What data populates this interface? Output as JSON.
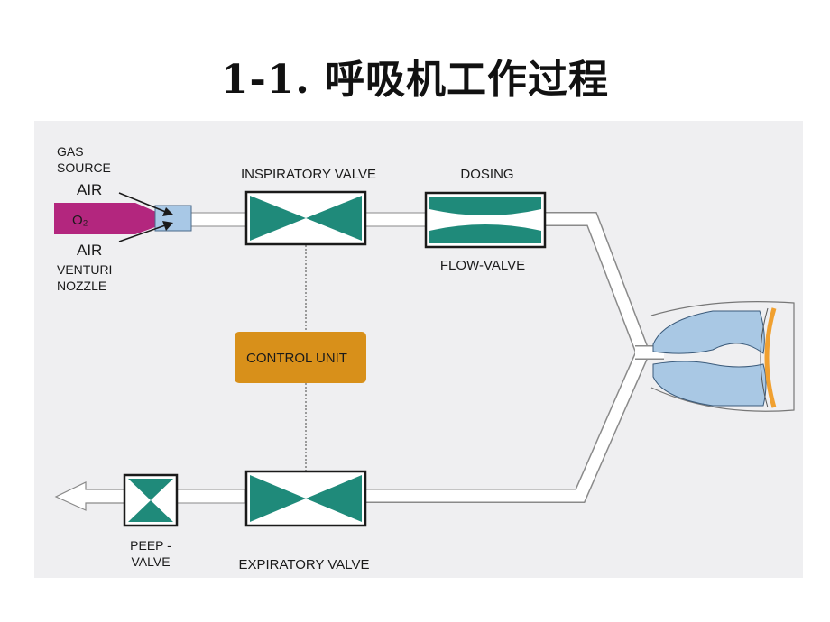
{
  "title": "1-1. 呼吸机工作过程",
  "labels": {
    "gas_source_line1": "GAS",
    "gas_source_line2": "SOURCE",
    "air_top": "AIR",
    "o2": "O₂",
    "air_bottom": "AIR",
    "venturi_line1": "VENTURI",
    "venturi_line2": "NOZZLE",
    "inspiratory_valve": "INSPIRATORY VALVE",
    "dosing": "DOSING",
    "flow_valve": "FLOW-VALVE",
    "control_unit": "CONTROL UNIT",
    "peep_line1": "PEEP -",
    "peep_line2": "VALVE",
    "expiratory_valve": "EXPIRATORY VALVE"
  },
  "colors": {
    "valve_fill": "#1f8a7a",
    "valve_border": "#1a1a1a",
    "control_unit": "#d8901a",
    "o2_nozzle": "#b3267e",
    "venturi_box": "#a8c8e6",
    "lung": "#a9c8e4",
    "chest_wall": "#f0a030",
    "pipe": "#ffffff",
    "pipe_edge": "#8a8a8a"
  }
}
